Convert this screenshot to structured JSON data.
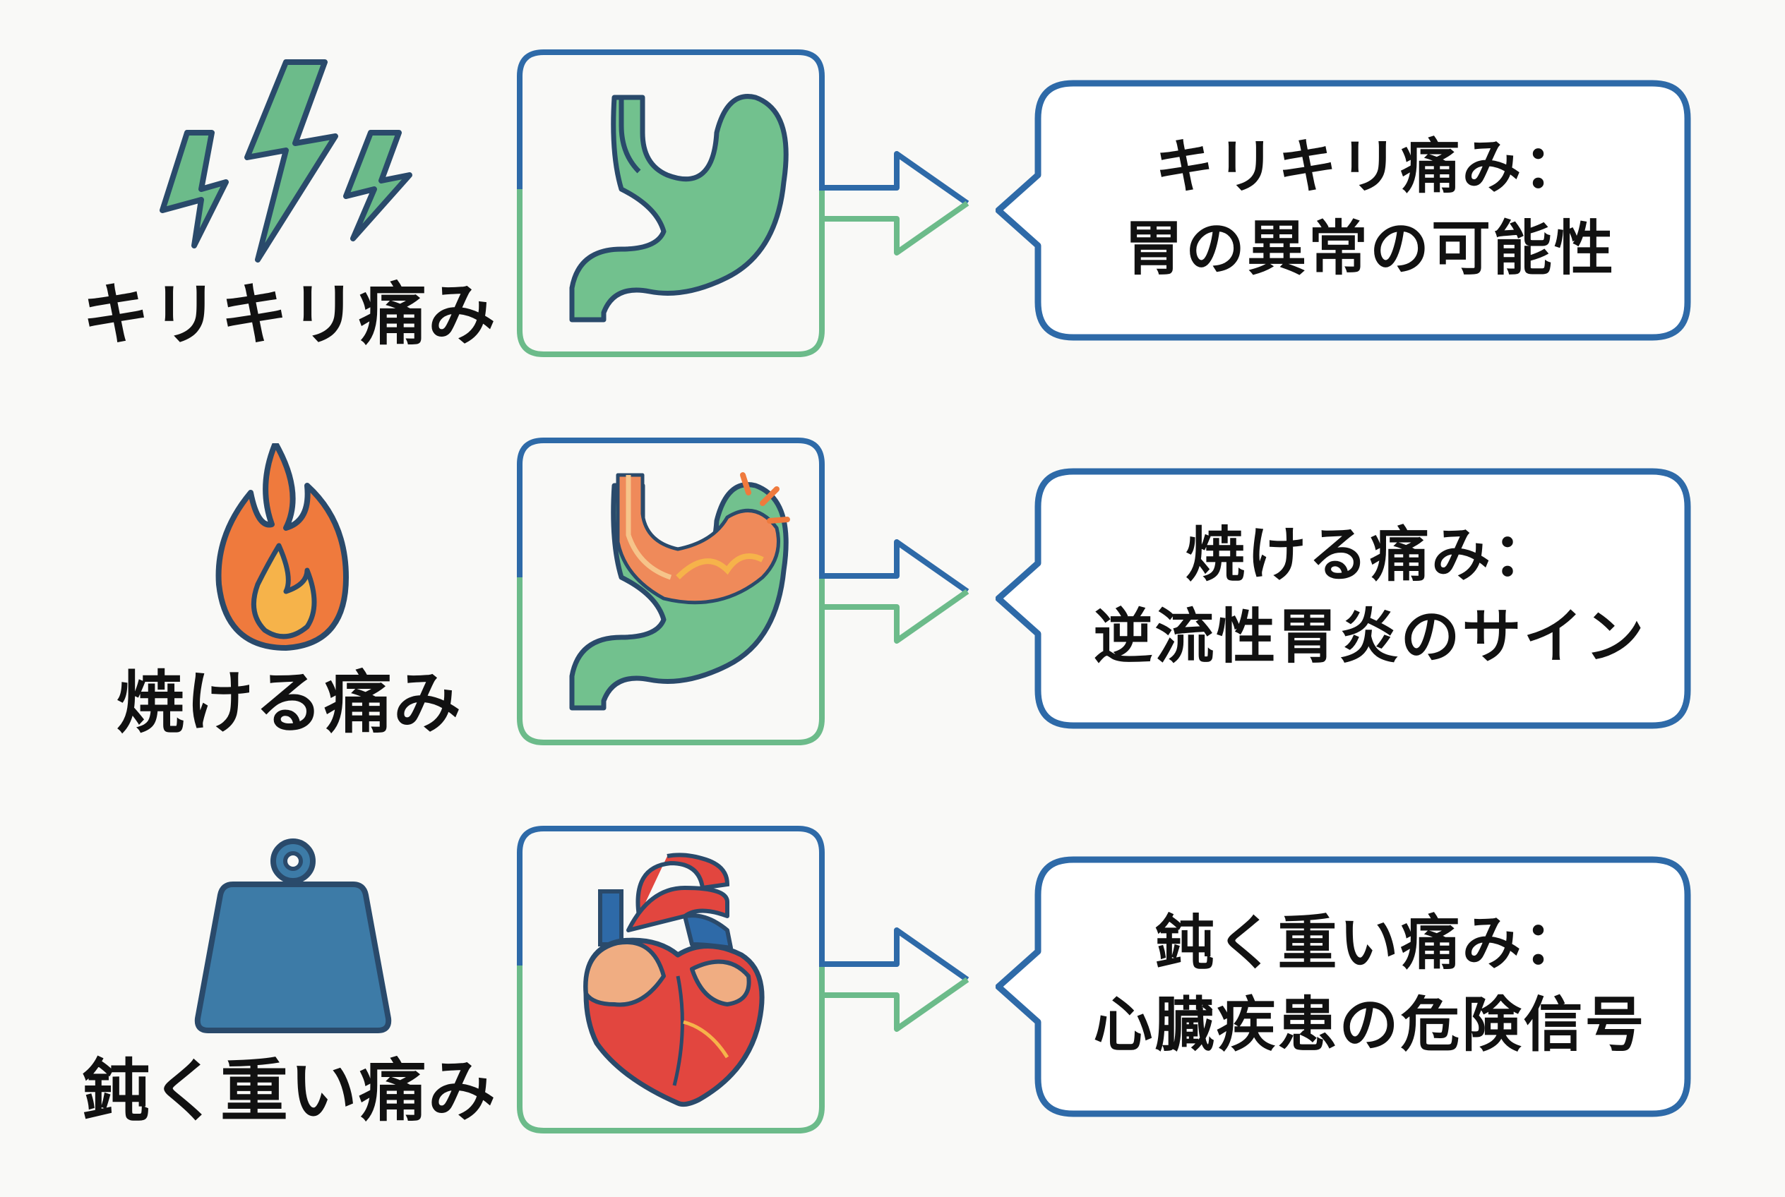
{
  "colors": {
    "blue": "#2e6aa8",
    "green": "#6cbb8a",
    "stomach_green": "#72c18e",
    "flame_orange": "#ef7a3d",
    "flame_yellow": "#f6b34a",
    "weight_blue": "#3d7ba7",
    "heart_red": "#e2463f",
    "heart_peach": "#f0ad82",
    "outline": "#2a4a6b",
    "text": "#111111",
    "background": "#f9f9f7"
  },
  "rows": [
    {
      "label": "キリキリ痛み",
      "icon": "lightning-bolts-icon",
      "organ": "stomach-icon",
      "message_line1": "キリキリ痛み：",
      "message_line2": "胃の異常の可能性"
    },
    {
      "label": "焼ける痛み",
      "icon": "flame-icon",
      "organ": "stomach-reflux-icon",
      "message_line1": "焼ける痛み：",
      "message_line2": "逆流性胃炎のサイン"
    },
    {
      "label": "鈍く重い痛み",
      "icon": "weight-icon",
      "organ": "heart-icon",
      "message_line1": "鈍く重い痛み：",
      "message_line2": "心臓疾患の危険信号"
    }
  ]
}
